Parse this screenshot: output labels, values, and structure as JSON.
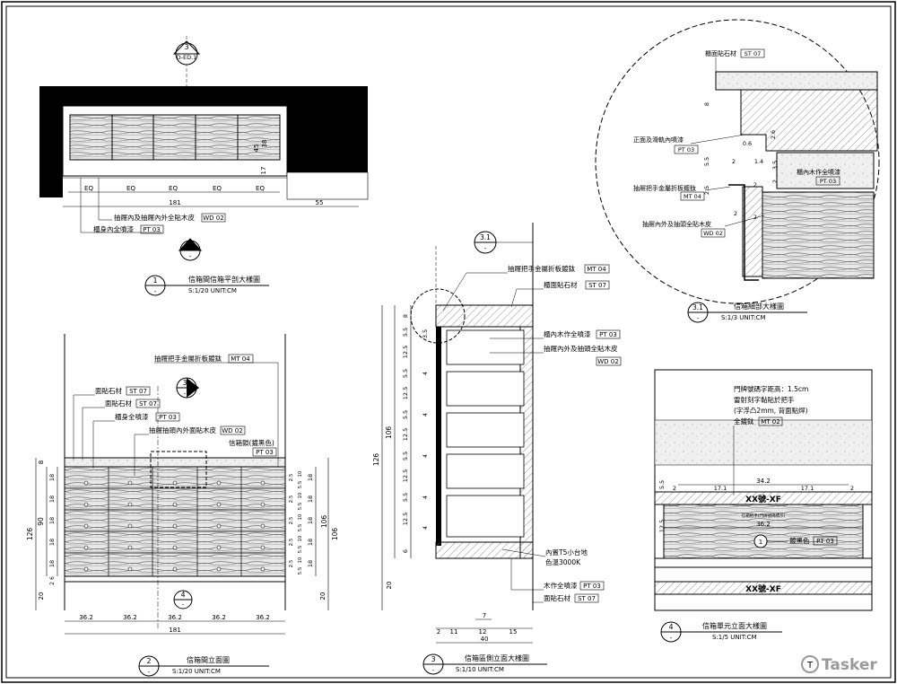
{
  "sheet": {
    "watermark": "Tasker"
  },
  "view1": {
    "title": "信箱間信箱平剖大樣圖",
    "scale": "S:1/20  UNIT:CM",
    "number": "1",
    "sub": "-",
    "section_marker": {
      "number": "3",
      "ref": "D-ED.1"
    },
    "elev_marker": {
      "number": "2",
      "sub": "-"
    },
    "dims": {
      "left": "38",
      "eq1": "EQ",
      "eq2": "EQ",
      "eq3": "EQ",
      "eq4": "EQ",
      "eq5": "EQ",
      "total": "181",
      "right": "55",
      "d17": "17",
      "d45": "45",
      "d38b": "38"
    },
    "notes": [
      {
        "text": "抽屜內及抽屜內外全貼木皮",
        "tag": "WD 02"
      },
      {
        "text": "櫃身內全噴漆",
        "tag": "PT 03"
      }
    ]
  },
  "view2": {
    "title": "信箱間立面圖",
    "scale": "S:1/20  UNIT:CM",
    "number": "2",
    "sub": "-",
    "section_marker": {
      "number": "3",
      "sub": "-"
    },
    "bottom_marker": {
      "number": "4",
      "sub": "-"
    },
    "notes": [
      {
        "text": "抽屜把手金屬折板鍍鈦",
        "tag": "MT 04"
      },
      {
        "text": "面貼石材",
        "tag": "ST 07"
      },
      {
        "text": "面貼石材",
        "tag": "ST 07"
      },
      {
        "text": "櫃身全噴漆",
        "tag": "PT 03"
      },
      {
        "text": "抽屜抽頭內外面貼木皮",
        "tag": "WD 02"
      },
      {
        "text": "信箱鎖(鍍黑色)",
        "tag": "PT 03"
      }
    ],
    "dims": {
      "left_total": "126",
      "left_90": "90",
      "left_20": "20",
      "left_8": "8",
      "left_rows": [
        "18",
        "18",
        "18",
        "18",
        "18"
      ],
      "left_small": [
        "6",
        "2"
      ],
      "right_total": "106",
      "right_20": "20",
      "right_rows": [
        "18",
        "18",
        "18",
        "18",
        "18"
      ],
      "inner_a": [
        "2.5",
        "2.5",
        "2.5",
        "2.5",
        "2.5"
      ],
      "inner_b": [
        "10",
        "5.5",
        "10",
        "5.5",
        "10",
        "5.5",
        "10",
        "5.5",
        "10",
        "5.5"
      ],
      "bottom_cols": [
        "36.2",
        "36.2",
        "36.2",
        "36.2",
        "36.2"
      ],
      "bottom_total": "181"
    }
  },
  "view3": {
    "title": "信箱區側立面大樣圖",
    "scale": "S:1/10  UNIT:CM",
    "number": "3",
    "sub": "-",
    "detail_marker": {
      "number": "3.1",
      "sub": "-"
    },
    "notes": [
      {
        "text": "抽屜把手金屬折板鍍鈦",
        "tag": "MT 04"
      },
      {
        "text": "櫃面貼石材",
        "tag": "ST 07"
      },
      {
        "text": "櫃內木作全噴漆",
        "tag": "PT 03"
      },
      {
        "text": "抽屜內外及抽頭全貼木皮",
        "tag": "WD 02"
      },
      {
        "text": "內置T5小台地",
        "tag": ""
      },
      {
        "text": "色溫3000K",
        "tag": ""
      },
      {
        "text": "木作全噴漆",
        "tag": "PT 03"
      },
      {
        "text": "面貼石材",
        "tag": "ST 07"
      }
    ],
    "dims": {
      "total": "126",
      "upper": "106",
      "bottom": "20",
      "left_stack": [
        "8",
        "5.5",
        "12.5",
        "5.5",
        "12.5",
        "5.5",
        "12.5",
        "5.5",
        "12.5",
        "5.5",
        "12.5",
        "6"
      ],
      "inner_stack": [
        "3.5",
        "4",
        "4",
        "4",
        "4",
        "4"
      ],
      "bottom_cols": [
        "2",
        "11",
        "12",
        "15"
      ],
      "d7": "7",
      "bottom_total": "40"
    }
  },
  "view31": {
    "title": "信箱細部大樣圖",
    "scale": "S:1/3  UNIT:CM",
    "number": "3.1",
    "sub": "-",
    "notes": [
      {
        "text": "櫃面貼石材",
        "tag": "ST 07"
      },
      {
        "text": "正面及滑軌內噴漆",
        "tag": "PT 03"
      },
      {
        "text": "櫃內木作全噴漆",
        "tag": "PT 03"
      },
      {
        "text": "抽屜把手金屬折板鍍鈦",
        "tag": "MT 04"
      },
      {
        "text": "抽屜內外及抽頭全貼木皮",
        "tag": "WD 02"
      }
    ],
    "dims": [
      "8",
      "5.5",
      "2.5",
      "2",
      "2",
      "0.6",
      "2.6",
      "1.4",
      "3.5",
      "2",
      "2",
      "2"
    ]
  },
  "view4": {
    "title": "信箱單元立面大樣圖",
    "scale": "S:1/5  UNIT:CM",
    "number": "4",
    "sub": "-",
    "notes": [
      "門牌號碼字距高：1.5cm",
      "雷射刻字黏貼於把手",
      "(字浮凸2mm, 背面點焊)",
      "全鍍鈦"
    ],
    "note_tag": "MT 02",
    "label_a": "XX號-XF",
    "label_b": "XX號-XF",
    "lock_note": {
      "text": "鍍黑色",
      "tag": "PT 03"
    },
    "lock_num": "1",
    "small_text": "信箱把手(門牌號碼標示)",
    "dims": {
      "d34": "34.2",
      "d17a": "17.1",
      "d17b": "17.1",
      "d2a": "2",
      "d2b": "2",
      "d36": "36.2",
      "d55": "5.5",
      "d125": "12.5"
    }
  }
}
